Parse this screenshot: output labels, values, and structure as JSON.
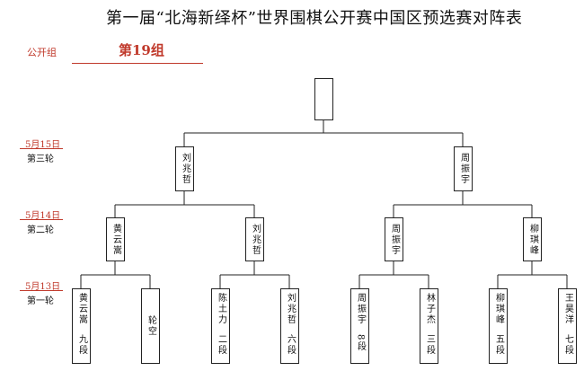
{
  "title": "第一届“北海新绎杯”世界围棋公开赛中国区预选赛对阵表",
  "group": {
    "label": "公开组",
    "name": "第19组"
  },
  "rounds": [
    {
      "date": "5月15日",
      "name": "第三轮"
    },
    {
      "date": "5月14日",
      "name": "第二轮"
    },
    {
      "date": "5月13日",
      "name": "第一轮"
    }
  ],
  "champion": "",
  "round3": [
    "刘兆哲",
    "周振宇"
  ],
  "round2": [
    "黄云嵩",
    "刘兆哲",
    "周振宇",
    "柳琪峰"
  ],
  "round1": [
    {
      "name": "黄云嵩",
      "rank": "九段"
    },
    {
      "name": "轮空",
      "rank": ""
    },
    {
      "name": "陈土力",
      "rank": "二段"
    },
    {
      "name": "刘兆哲",
      "rank": "六段"
    },
    {
      "name": "周振宇",
      "rank": "8段"
    },
    {
      "name": "林子杰",
      "rank": "三段"
    },
    {
      "name": "柳琪峰",
      "rank": "五段"
    },
    {
      "name": "王昊洋",
      "rank": "七段"
    }
  ],
  "colors": {
    "accent": "#c0392b",
    "line": "#222222"
  }
}
